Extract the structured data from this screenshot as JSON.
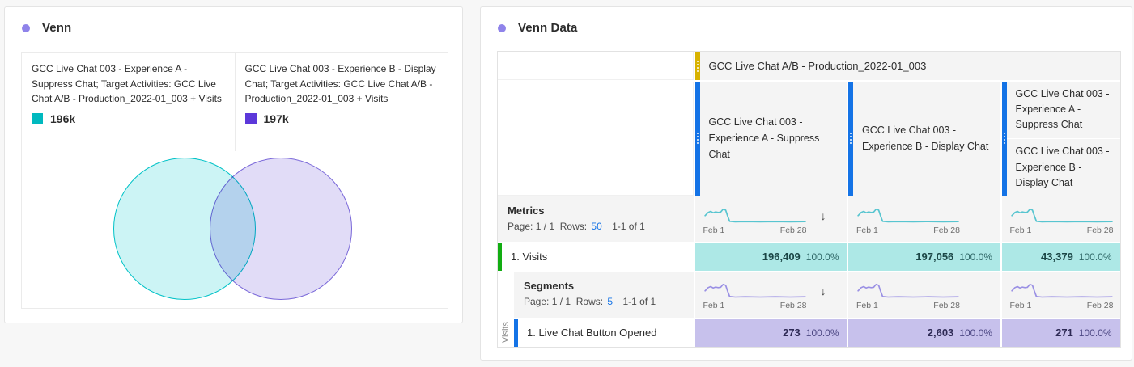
{
  "colors": {
    "accent_dot": "#8f83ea",
    "teal": "#00b9bf",
    "purple": "#5c38da",
    "blue": "#1473e6",
    "green": "#12ad12",
    "yellow": "#d8b200",
    "teal_cell": "#ade8e6",
    "purple_cell": "#c7c1ec",
    "venn_teal_border": "#00c2c7",
    "venn_purple_border": "#7a68d9"
  },
  "sparkline": {
    "colors": {
      "metrics": "#58c5d0",
      "segments": "#9a90e4"
    },
    "points": [
      [
        0,
        0.42
      ],
      [
        0.03,
        0.6
      ],
      [
        0.055,
        0.66
      ],
      [
        0.08,
        0.58
      ],
      [
        0.105,
        0.63
      ],
      [
        0.13,
        0.6
      ],
      [
        0.155,
        0.62
      ],
      [
        0.18,
        0.78
      ],
      [
        0.205,
        0.73
      ],
      [
        0.225,
        0.4
      ],
      [
        0.245,
        0.1
      ],
      [
        0.3,
        0.07
      ],
      [
        0.4,
        0.08
      ],
      [
        0.55,
        0.07
      ],
      [
        0.7,
        0.08
      ],
      [
        0.85,
        0.07
      ],
      [
        1,
        0.08
      ]
    ]
  },
  "venn_panel": {
    "title": "Venn",
    "legend": [
      {
        "label": "GCC Live Chat 003 - Experience A - Suppress Chat; Target Activities: GCC Live Chat A/B - Production_2022-01_003 + Visits",
        "value": "196k"
      },
      {
        "label": "GCC Live Chat 003 - Experience B - Display Chat; Target Activities: GCC Live Chat A/B - Production_2022-01_003 + Visits",
        "value": "197k"
      }
    ]
  },
  "venn_data": {
    "title": "Venn Data",
    "table": {
      "dimension_header": "GCC Live Chat A/B - Production_2022-01_003",
      "sort_arrow": "↓",
      "spark_axis": {
        "start": "Feb 1",
        "end": "Feb 28"
      },
      "columns": [
        {
          "label": "GCC Live Chat 003 - Experience A - Suppress Chat"
        },
        {
          "label": "GCC Live Chat 003 - Experience B - Display Chat"
        },
        {
          "label_top": "GCC Live Chat 003 - Experience A - Suppress Chat",
          "label_bottom": "GCC Live Chat 003 - Experience B - Display Chat"
        }
      ],
      "metrics": {
        "title": "Metrics",
        "pagination": {
          "page_label": "Page:",
          "page_value": "1 / 1",
          "rows_label": "Rows:",
          "rows_value": "50",
          "range": "1-1 of 1"
        },
        "row": {
          "name": "1. Visits",
          "values": [
            {
              "num": "196,409",
              "pct": "100.0%"
            },
            {
              "num": "197,056",
              "pct": "100.0%"
            },
            {
              "num": "43,379",
              "pct": "100.0%"
            }
          ]
        }
      },
      "segments": {
        "title": "Segments",
        "gutter_label": "Visits",
        "pagination": {
          "page_label": "Page:",
          "page_value": "1 / 1",
          "rows_label": "Rows:",
          "rows_value": "5",
          "range": "1-1 of 1"
        },
        "row": {
          "name": "1. Live Chat Button Opened",
          "values": [
            {
              "num": "273",
              "pct": "100.0%"
            },
            {
              "num": "2,603",
              "pct": "100.0%"
            },
            {
              "num": "271",
              "pct": "100.0%"
            }
          ]
        }
      }
    }
  }
}
